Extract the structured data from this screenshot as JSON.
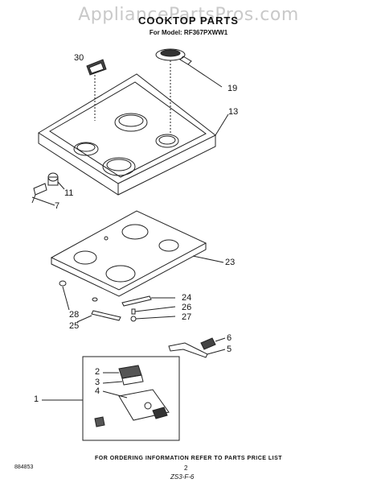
{
  "watermark": "AppliancePartsPros.com",
  "title": "COOKTOP PARTS",
  "subtitle": "For Model: RF367PXWW1",
  "callouts": {
    "c30": "30",
    "c19": "19",
    "c13": "13",
    "c11": "11",
    "c7": "7",
    "c23": "23",
    "c24": "24",
    "c26": "26",
    "c27": "27",
    "c28": "28",
    "c25": "25",
    "c6": "6",
    "c5": "5",
    "c2": "2",
    "c3": "3",
    "c4": "4",
    "c1": "1"
  },
  "footer": {
    "ordering_note": "FOR ORDERING INFORMATION REFER TO PARTS PRICE LIST",
    "document_number": "884853",
    "page_number": "2",
    "stamp": "ZS3-F-6"
  }
}
